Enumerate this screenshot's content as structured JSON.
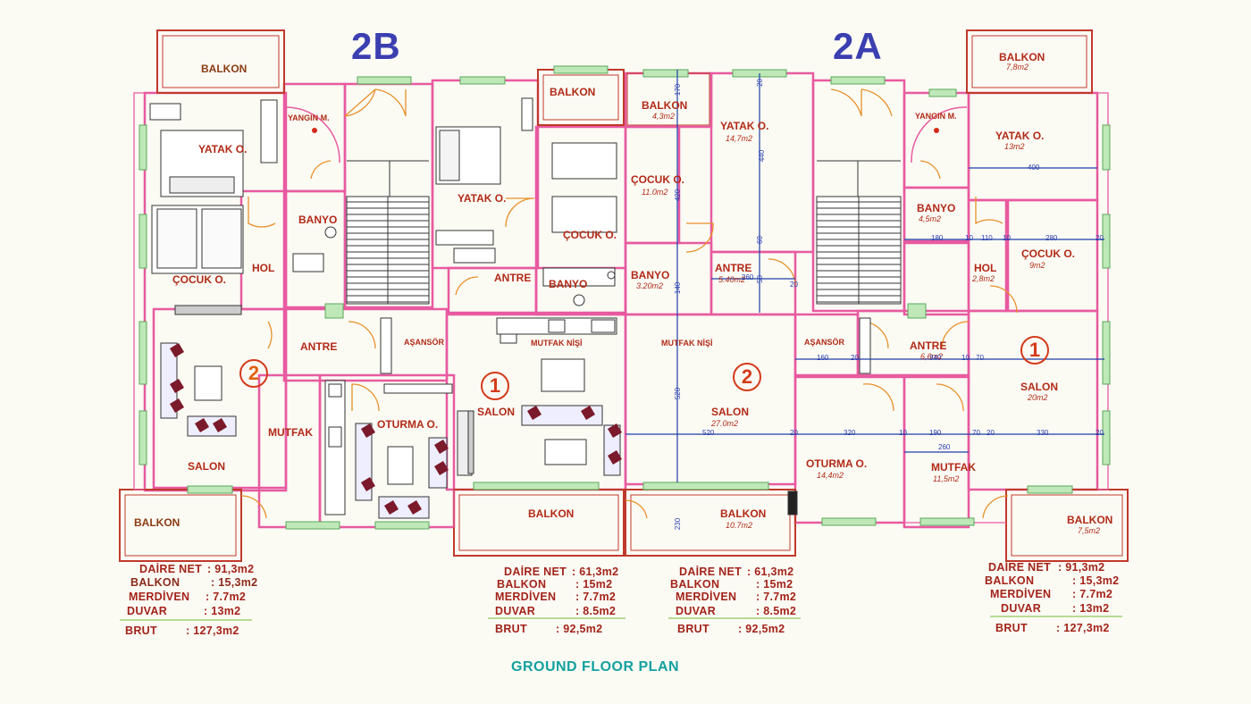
{
  "headings": {
    "left": "2B",
    "right": "2A"
  },
  "footer_title": "GROUND FLOOR PLAN",
  "unit_numbers": {
    "one": "1",
    "two": "2"
  },
  "rooms": {
    "balkon": "BALKON",
    "yatak": "YATAK O.",
    "cocuk": "ÇOCUK O.",
    "banyo": "BANYO",
    "hol": "HOL",
    "antre": "ANTRE",
    "salon": "SALON",
    "mutfak": "MUTFAK",
    "oturma": "OTURMA O.",
    "yangin": "YANGIN M.",
    "asansor": "AŞANSÖR",
    "mutfak_nisi": "MUTFAK NİŞİ"
  },
  "areas": {
    "balkon_tr": "7,8m2",
    "yatak_tr": "13m2",
    "banyo_r": "4,5m2",
    "cocuk_r": "9m2",
    "hol_r": "2,8m2",
    "antre_r": "6,6m2",
    "salon_r": "20m2",
    "mutfak_r": "11,5m2",
    "balkon_br": "7,5m2",
    "balkon_c": "4,3m2",
    "yatak_c": "14,7m2",
    "cocuk_c": "11.0m2",
    "banyo_c": "3.20m2",
    "antre_c": "5.40m2",
    "salon_c": "27.0m2",
    "oturma_c": "14,4m2",
    "balkon_bc": "10.7m2"
  },
  "dims": {
    "d440": "440",
    "d420": "420",
    "d520": "520",
    "d230": "230",
    "d400": "400",
    "d180": "180",
    "d10": "10",
    "d110": "110",
    "d280": "280",
    "d20": "20",
    "d160": "160",
    "d340": "340",
    "d70": "70",
    "d320": "320",
    "d190": "190",
    "d330": "330",
    "d260": "260",
    "d170": "170",
    "d60": "60",
    "d140": "140",
    "d50": "50"
  },
  "summaries": {
    "left": {
      "net_label": "DAİRE NET",
      "net_value": ": 91,3m2",
      "balkon_label": "BALKON",
      "balkon_value": ": 15,3m2",
      "merdiven_label": "MERDİVEN",
      "merdiven_value": ": 7.7m2",
      "duvar_label": "DUVAR",
      "duvar_value": ": 13m2",
      "brut_label": "BRUT",
      "brut_value": ": 127,3m2"
    },
    "centerLeft": {
      "net_label": "DAİRE NET",
      "net_value": ": 61,3m2",
      "balkon_label": "BALKON",
      "balkon_value": ": 15m2",
      "merdiven_label": "MERDİVEN",
      "merdiven_value": ": 7.7m2",
      "duvar_label": "DUVAR",
      "duvar_value": ": 8.5m2",
      "brut_label": "BRUT",
      "brut_value": ": 92,5m2"
    },
    "centerRight": {
      "net_label": "DAİRE NET",
      "net_value": ": 61,3m2",
      "balkon_label": "BALKON",
      "balkon_value": ": 15m2",
      "merdiven_label": "MERDİVEN",
      "merdiven_value": ": 7.7m2",
      "duvar_label": "DUVAR",
      "duvar_value": ": 8.5m2",
      "brut_label": "BRUT",
      "brut_value": ": 92,5m2"
    },
    "right": {
      "net_label": "DAİRE NET",
      "net_value": ": 91,3m2",
      "balkon_label": "BALKON",
      "balkon_value": ": 15,3m2",
      "merdiven_label": "MERDİVEN",
      "merdiven_value": ": 7.7m2",
      "duvar_label": "DUVAR",
      "duvar_value": ": 13m2",
      "brut_label": "BRUT",
      "brut_value": ": 127,3m2"
    }
  },
  "colors": {
    "wall": "#e85aa0",
    "balcony": "#c0392b",
    "window": "#7cc87a",
    "door": "#e8902a",
    "dimension": "#1f3fa8",
    "room_text": "#b22a17"
  }
}
